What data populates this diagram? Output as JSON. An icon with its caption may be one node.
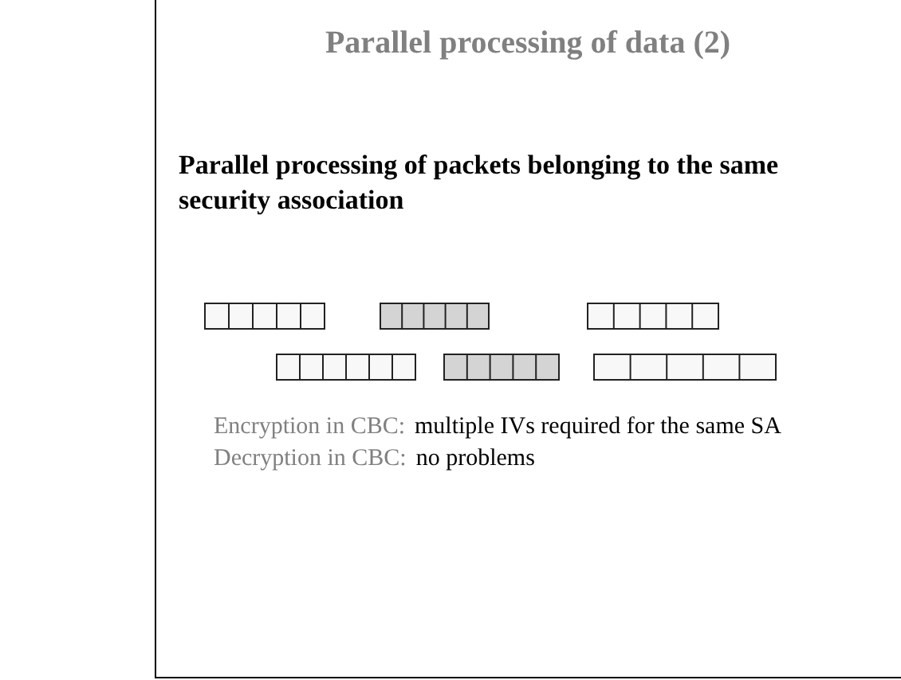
{
  "diagram": {
    "title": "Parallel processing of data (2)",
    "labels": [
      "Parallel processing of packets belonging to the same security association",
      "Encryption in CBC:",
      "multiple IVs required for the same SA",
      "Decryption in CBC:",
      "no problems"
    ]
  }
}
